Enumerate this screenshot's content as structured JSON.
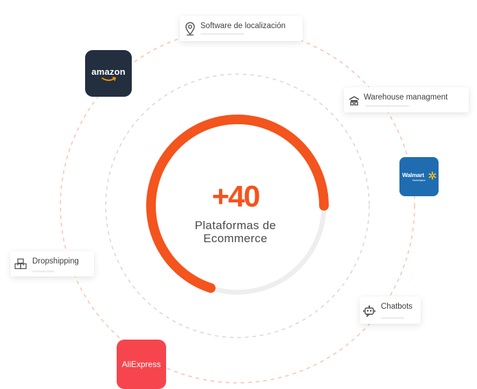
{
  "center": {
    "number": "+40",
    "label_line1": "Plataformas de",
    "label_line2": "Ecommerce",
    "progress_fraction": 0.7
  },
  "colors": {
    "accent": "#f4541d",
    "track": "#eeeeee",
    "outer_ring": "#f8c6b0",
    "inner_ring": "#d9d9d9"
  },
  "cards": {
    "localizacion": {
      "label": "Software de localización",
      "icon": "location-pin-icon"
    },
    "warehouse": {
      "label": "Warehouse managment",
      "icon": "warehouse-icon"
    },
    "dropshipping": {
      "label": "Dropshipping",
      "icon": "boxes-icon"
    },
    "chatbots": {
      "label": "Chatbots",
      "icon": "robot-icon"
    }
  },
  "logos": {
    "amazon": {
      "text": "amazon",
      "bg": "#232f3e",
      "smile": "#ff9900"
    },
    "walmart": {
      "text": "Walmart",
      "sub": "Marketplace",
      "bg": "#1f6cb0",
      "spark": "#ffc220"
    },
    "aliexpress": {
      "text": "AliExpress",
      "bg": "#f6454d"
    }
  }
}
